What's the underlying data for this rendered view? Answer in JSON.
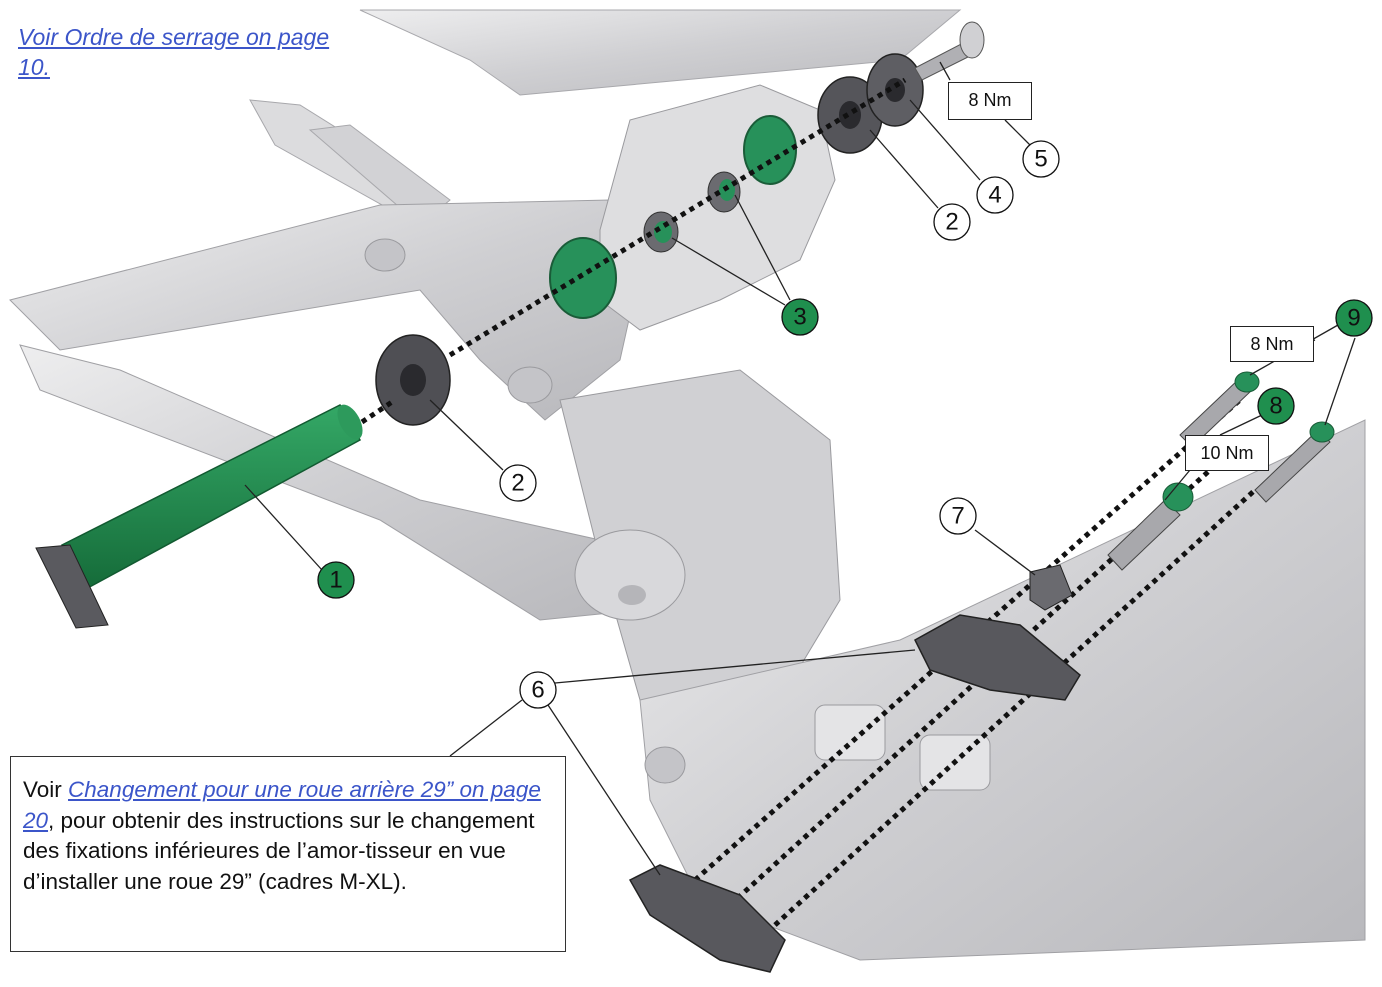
{
  "top_link": "Voir Ordre de serrage on page 10.",
  "torque_labels": {
    "top": "8 Nm",
    "right_upper": "8 Nm",
    "right_lower": "10 Nm"
  },
  "callouts": {
    "c1": "1",
    "c2a": "2",
    "c2b": "2",
    "c3": "3",
    "c4": "4",
    "c5": "5",
    "c6": "6",
    "c7": "7",
    "c8": "8",
    "c9": "9"
  },
  "note": {
    "prefix": "Voir ",
    "link": "Changement pour une roue arrière 29” on page 20",
    "suffix": ", pour obtenir des instructions sur le changement des fixations inférieures de l’amor-tisseur en vue d’installer une roue 29” (cadres M-XL)."
  },
  "colors": {
    "highlight_green": "#1f8f4e",
    "frame_gray": "#d4d4d6",
    "link_blue": "#3b55c9"
  }
}
